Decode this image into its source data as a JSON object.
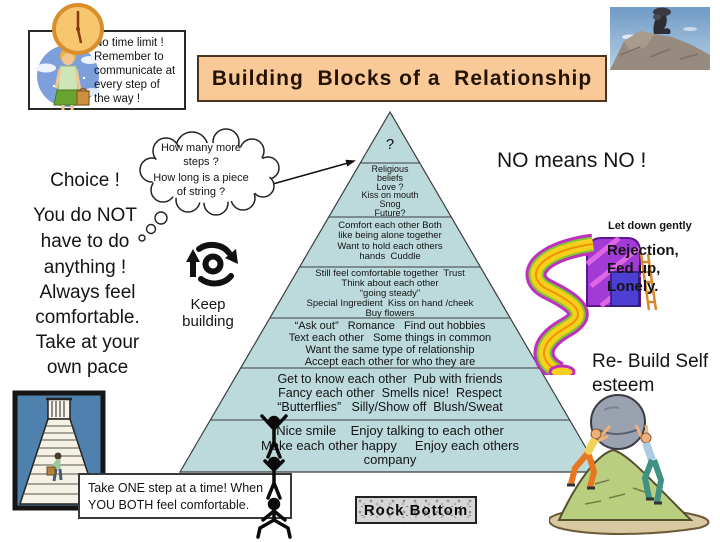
{
  "slide": {
    "title": "Building  Blocks of a  Relationship"
  },
  "colors": {
    "title_bg": "#f9ca97",
    "title_border": "#4a3520",
    "pyramid_fill": "#bcdadb",
    "stairs_bg": "#4e81ad",
    "rock_bottom_bg": "#d6d6d6",
    "slide_purple": "#a23ad6",
    "slide_yellow": "#f7cf1d",
    "slide_magenta": "#c02ec0"
  },
  "icons": {
    "clock": "clock-icon",
    "cycle_arrows": "cycle-arrows-icon",
    "thought_bubble": "thought-bubble-icon",
    "pointer_arrow": "pointer-arrow-icon",
    "volcano": "volcano-photo",
    "helter_skelter": "helter-skelter-slide-image",
    "staircase": "staircase-image",
    "acrobats": "acrobat-stack-figures",
    "boulder_pushers": "boulder-pushers-image",
    "person_clock": "person-with-clock-illustration"
  },
  "notes": {
    "no_time_limit": "No time limit !\nRemember to\ncommunicate at\nevery step of\nthe way !",
    "thought_1": "How many more\nsteps ?",
    "thought_2": "How long is a piece\nof string ?",
    "choice": "Choice !",
    "no_pressure": "You do NOT\nhave to do\nanything !",
    "comfortable": "Always feel\ncomfortable.\nTake at your\nown pace",
    "keep_building": "Keep\nbuilding",
    "no_means_no": "NO means NO !",
    "let_down": "Let down gently",
    "rejection": "Rejection,\nFed up,\nLonely.",
    "rebuild": "Re- Build Self\nesteem",
    "one_step": "Take ONE step at a time! When\nYOU BOTH feel comfortable.",
    "rock_bottom": "Rock Bottom"
  },
  "pyramid": {
    "levels": [
      {
        "id": "top",
        "text": "?"
      },
      {
        "id": "future",
        "text": "Religious\nbeliefs\nLove ?\nKiss on mouth\nSnog\nFuture?"
      },
      {
        "id": "comfort",
        "text": "Comfort each other Both\nlike being alone together\nWant to hold each others\nhands  Cuddle"
      },
      {
        "id": "steady",
        "text": "Still feel comfortable together  Trust\nThink about each other\n“going steady”\nSpecial Ingredient  Kiss on hand /cheek\nBuy flowers"
      },
      {
        "id": "ask-out",
        "text": "“Ask out”   Romance   Find out hobbies\nText each other   Some things in common\nWant the same type of relationship\nAccept each other for who they are"
      },
      {
        "id": "get-to-know",
        "text": "Get to know each other  Pub with friends\nFancy each other  Smells nice!  Respect\n“Butterflies”   Silly/Show off  Blush/Sweat"
      },
      {
        "id": "meet",
        "text": "Nice smile    Enjoy talking to each other\nMake each other happy     Enjoy each others\ncompany"
      }
    ]
  }
}
